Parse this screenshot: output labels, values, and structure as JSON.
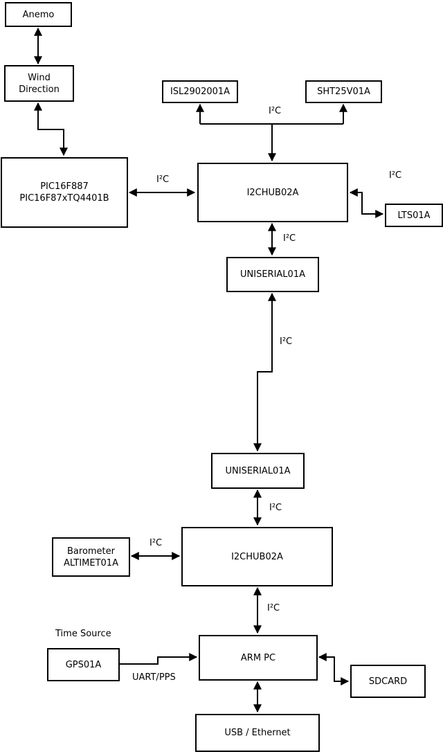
{
  "diagram": {
    "nodes": {
      "anemo": {
        "label": "Anemo"
      },
      "wind_direction": {
        "line1": "Wind",
        "line2": "Direction"
      },
      "pic": {
        "line1": "PIC16F887",
        "line2": "PIC16F87xTQ4401B"
      },
      "isl": {
        "label": "ISL2902001A"
      },
      "sht": {
        "label": "SHT25V01A"
      },
      "hub1": {
        "label": "I2CHUB02A"
      },
      "lts": {
        "label": "LTS01A"
      },
      "uniserial1": {
        "label": "UNISERIAL01A"
      },
      "uniserial2": {
        "label": "UNISERIAL01A"
      },
      "hub2": {
        "label": "I2CHUB02A"
      },
      "barometer": {
        "line1": "Barometer",
        "line2": "ALTIMET01A"
      },
      "gps": {
        "label": "GPS01A"
      },
      "arm_pc": {
        "label": "ARM PC"
      },
      "sdcard": {
        "label": "SDCARD"
      },
      "usb_ethernet": {
        "label": "USB / Ethernet"
      }
    },
    "edges": {
      "anemo_wind": {
        "from": "anemo",
        "to": "wind_direction",
        "arrows": "both"
      },
      "wind_pic": {
        "from": "wind_direction",
        "to": "pic",
        "arrows": "both"
      },
      "pic_hub1": {
        "from": "pic",
        "to": "hub1",
        "arrows": "both",
        "label": "I²C"
      },
      "hub1_isl_sht": {
        "from": "hub1",
        "to": "isl + sht",
        "arrows": "all-ends",
        "label": "I²C"
      },
      "hub1_lts": {
        "from": "hub1",
        "to": "lts",
        "arrows": "both",
        "label": "I²C"
      },
      "hub1_uniserial1": {
        "from": "hub1",
        "to": "uniserial1",
        "arrows": "both",
        "label": "I²C"
      },
      "uniserial1_uniserial2": {
        "from": "uniserial1",
        "to": "uniserial2",
        "arrows": "both",
        "label": "I²C"
      },
      "uniserial2_hub2": {
        "from": "uniserial2",
        "to": "hub2",
        "arrows": "both",
        "label": "I²C"
      },
      "barometer_hub2": {
        "from": "barometer",
        "to": "hub2",
        "arrows": "both",
        "label": "I²C"
      },
      "hub2_armpc": {
        "from": "hub2",
        "to": "arm_pc",
        "arrows": "both",
        "label": "I²C"
      },
      "gps_armpc": {
        "from": "gps",
        "to": "arm_pc",
        "arrows": "to",
        "label": "UART/PPS"
      },
      "armpc_sdcard": {
        "from": "arm_pc",
        "to": "sdcard",
        "arrows": "both"
      },
      "armpc_usb": {
        "from": "arm_pc",
        "to": "usb_ethernet",
        "arrows": "both"
      }
    },
    "captions": {
      "time_source": "Time Source"
    },
    "colors": {
      "line": "#000000",
      "box_border": "#000000",
      "box_fill": "#ffffff",
      "background": "#ffffff",
      "text": "#000000"
    }
  }
}
